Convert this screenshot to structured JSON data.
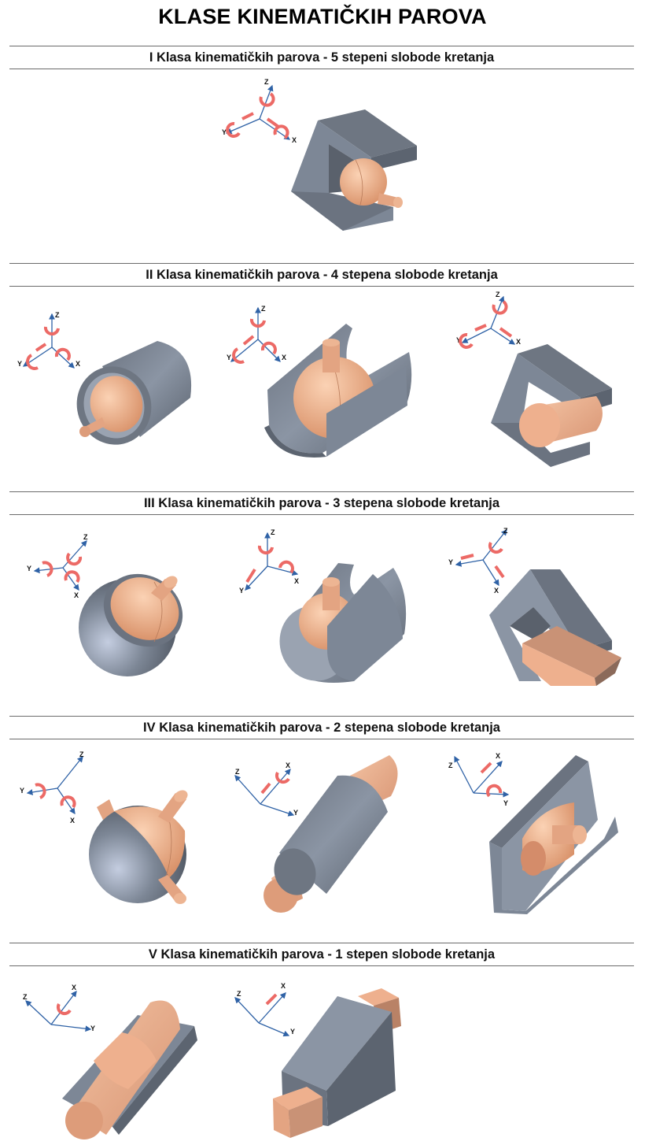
{
  "page": {
    "title": "KLASE KINEMATIČKIH PAROVA"
  },
  "colors": {
    "axis": "#2f62a6",
    "motion_arrow": "#ec6a66",
    "body_gray": "#7d8796",
    "body_dark": "#5c6470",
    "pin_copper": "#eab08f",
    "divider": "#6b6b6b"
  },
  "sections": [
    {
      "label": "I Klasa kinematičkih parova - 5 stepeni slobode kretanja",
      "figures": [
        {
          "shape": "sphere-in-block",
          "axes": [
            "Z",
            "Y",
            "X"
          ]
        }
      ]
    },
    {
      "label": "II Klasa kinematičkih parova - 4 stepena slobode kretanja",
      "figures": [
        {
          "shape": "sphere-in-cylinder",
          "axes": [
            "Z",
            "Y",
            "X"
          ]
        },
        {
          "shape": "sphere-in-open-cylinder",
          "axes": [
            "Z",
            "Y",
            "X"
          ]
        },
        {
          "shape": "cylinder-in-block",
          "axes": [
            "Z",
            "Y",
            "X"
          ]
        }
      ]
    },
    {
      "label": "III Klasa kinematičkih parova - 3 stepena slobode kretanja",
      "figures": [
        {
          "shape": "spherical-joint",
          "axes": [
            "Z",
            "Y",
            "X"
          ]
        },
        {
          "shape": "sphere-in-slotted-cylinder",
          "axes": [
            "Z",
            "Y",
            "X"
          ]
        },
        {
          "shape": "block-on-plane",
          "axes": [
            "Z",
            "Y",
            "X"
          ]
        }
      ]
    },
    {
      "label": "IV Klasa kinematičkih parova - 2 stepena slobode kretanja",
      "figures": [
        {
          "shape": "sphere-with-pins",
          "axes": [
            "Z",
            "Y",
            "X"
          ]
        },
        {
          "shape": "cylindrical-joint",
          "axes": [
            "Z",
            "X",
            "Y"
          ]
        },
        {
          "shape": "disc-in-channel",
          "axes": [
            "Z",
            "X",
            "Y"
          ]
        }
      ]
    },
    {
      "label": "V Klasa kinematičkih parova - 1 stepen slobode kretanja",
      "figures": [
        {
          "shape": "revolute-joint",
          "axes": [
            "Z",
            "X",
            "Y"
          ]
        },
        {
          "shape": "prismatic-joint",
          "axes": [
            "Z",
            "X",
            "Y"
          ]
        }
      ]
    }
  ]
}
